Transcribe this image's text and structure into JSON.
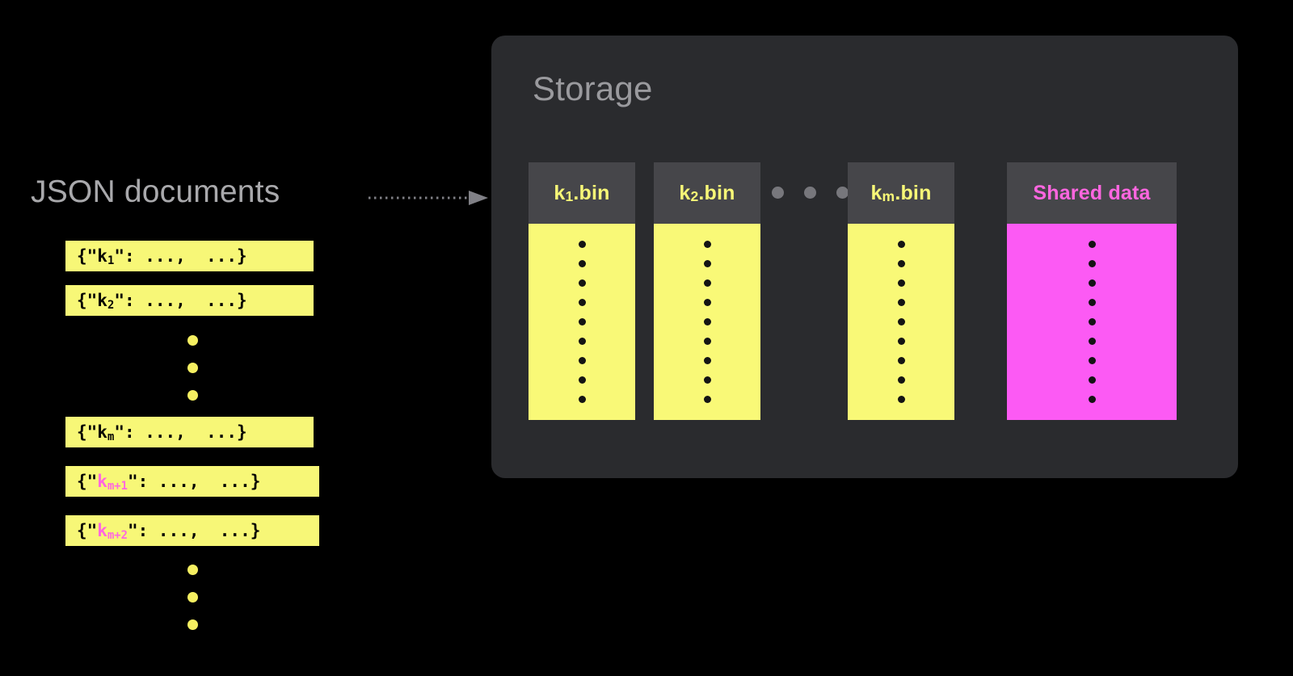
{
  "colors": {
    "background": "#000000",
    "panel": "#2a2b2e",
    "bin_header": "#46464a",
    "yellow": "#f9f977",
    "magenta": "#fc5af4",
    "magenta_text": "#ff66e0",
    "muted_text": "#9a9a9e",
    "arrow": "#808086"
  },
  "left": {
    "title": "JSON documents",
    "documents": [
      {
        "prefix": "{\"",
        "key": "k",
        "sub": "1",
        "suffix": "\": ...,  ...}",
        "key_color": "black"
      },
      {
        "prefix": "{\"",
        "key": "k",
        "sub": "2",
        "suffix": "\": ...,  ...}",
        "key_color": "black"
      },
      {
        "prefix": "{\"",
        "key": "k",
        "sub": "m",
        "suffix": "\": ...,  ...}",
        "key_color": "black"
      },
      {
        "prefix": "{\"",
        "key": "k",
        "sub": "m+1",
        "suffix": "\": ...,  ...}",
        "key_color": "magenta"
      },
      {
        "prefix": "{\"",
        "key": "k",
        "sub": "m+2",
        "suffix": "\": ...,  ...}",
        "key_color": "magenta"
      }
    ],
    "ellipsis_middle": "vertical-dots-3",
    "ellipsis_bottom": "vertical-dots-3"
  },
  "arrow": {
    "style": "dotted",
    "direction": "right",
    "label": ""
  },
  "storage": {
    "title": "Storage",
    "bins": [
      {
        "name": "k",
        "sub": "1",
        "ext": ".bin",
        "label": "k1.bin",
        "color": "yellow",
        "dot_count": 9
      },
      {
        "name": "k",
        "sub": "2",
        "ext": ".bin",
        "label": "k2.bin",
        "color": "yellow",
        "dot_count": 9
      },
      {
        "name": "k",
        "sub": "m",
        "ext": ".bin",
        "label": "km.bin",
        "color": "yellow",
        "dot_count": 9
      },
      {
        "name": "Shared data",
        "sub": "",
        "ext": "",
        "label": "Shared data",
        "color": "magenta",
        "dot_count": 9
      }
    ],
    "bin_ellipsis": "horizontal-dots-3"
  }
}
